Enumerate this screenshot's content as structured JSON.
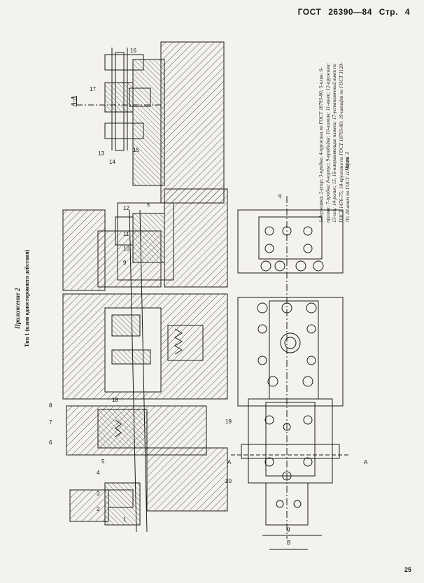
{
  "header": {
    "standard": "ГОСТ",
    "number": "26390—84",
    "page_word": "Стр.",
    "page_value": "4"
  },
  "page_footer": "25",
  "appendix_title": "Приложение 2",
  "drawing_type": "Тип 1 (клин одностороннего действия)",
  "section_label": "А-А",
  "legend_text": "1-державка; 2-упор; 3-пробка; 4-пружина по ГОСТ 18793-80; 5-клин; 6-призма; 7-пробка; 8-корпус; 9-пробойка; 10-колпак; 11-винт; 12-пружина; 13-ось; 14-ролик; 15, 16-направляющие планки; 17-установочный винт по ГОСТ 1476-75; 18-пружина по ГОСТ 18793-80; 19-штифт по ГОСТ 3128-70; 20-винт по ГОСТ 11738-84",
  "drawing_ref": "Черт. 3",
  "callouts": [
    "1",
    "2",
    "3",
    "4",
    "5",
    "6",
    "7",
    "8",
    "9",
    "10",
    "11",
    "12",
    "13",
    "14",
    "15",
    "16",
    "17",
    "18",
    "19",
    "20"
  ],
  "dimension_labels": [
    "q",
    "g",
    "B",
    "A",
    "A",
    "s"
  ]
}
